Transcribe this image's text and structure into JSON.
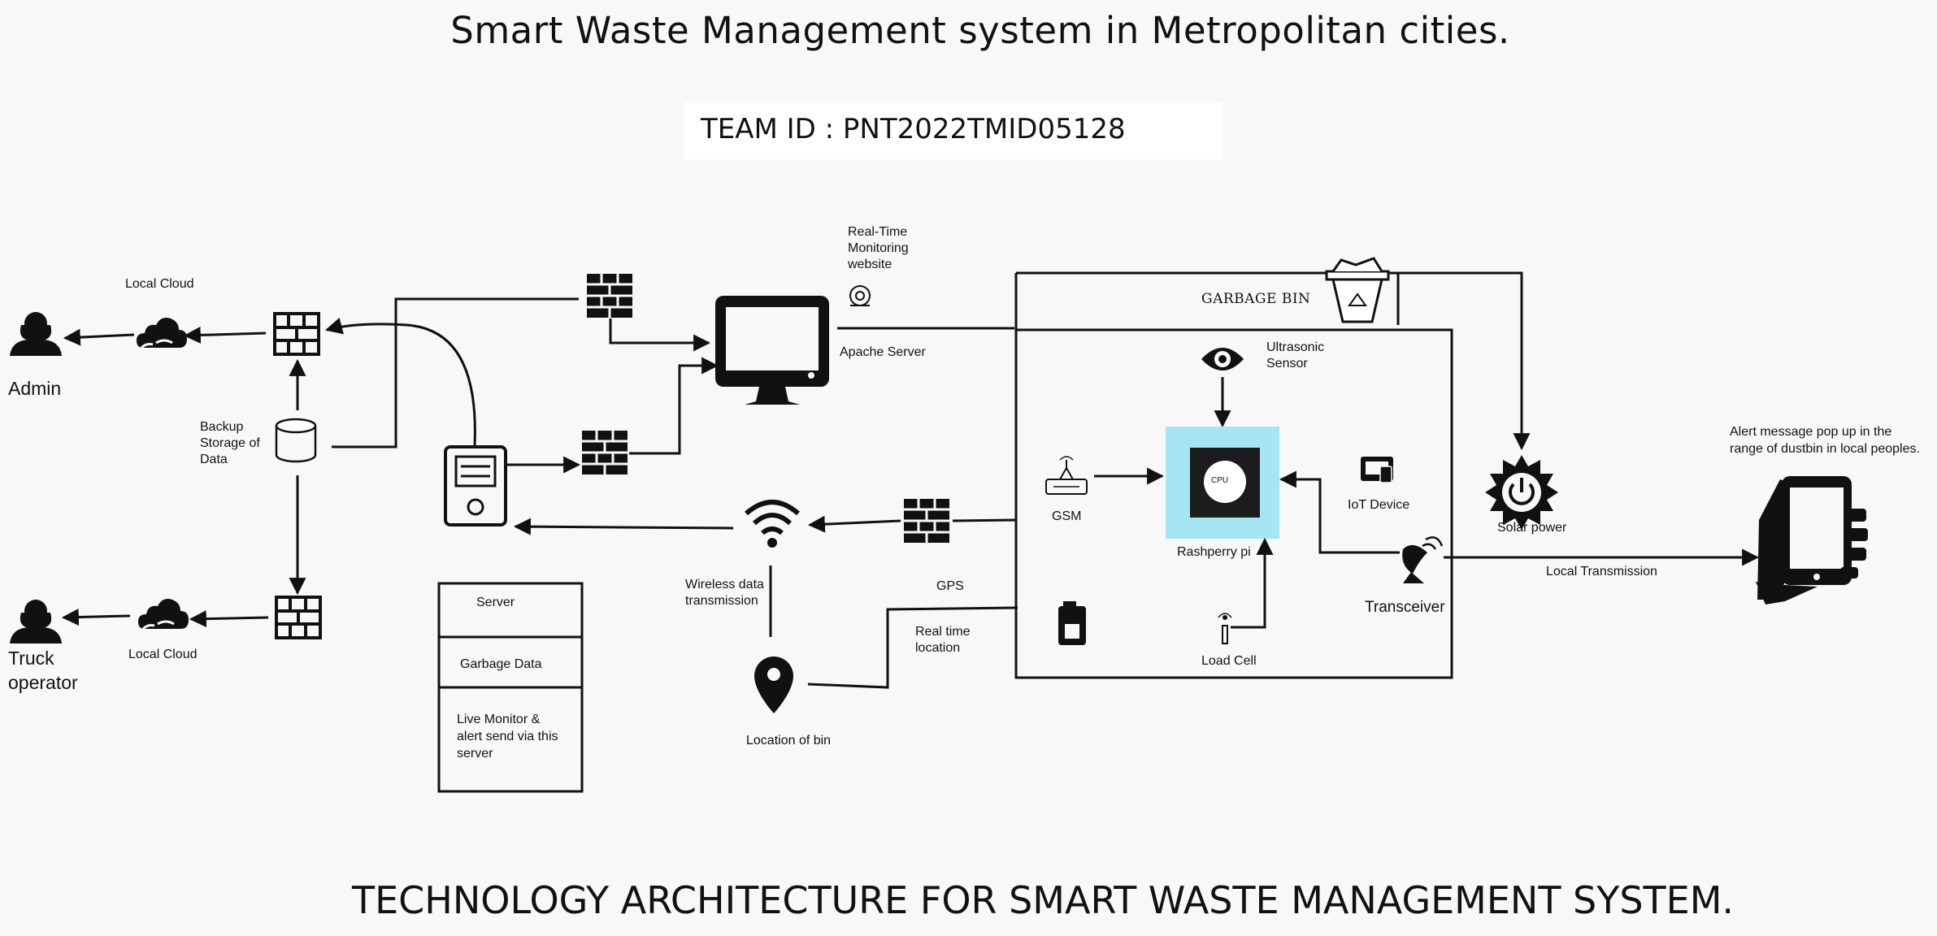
{
  "title": "Smart Waste Management system in Metropolitan cities.",
  "team_id": "TEAM ID : PNT2022TMID05128",
  "footer_title": "TECHNOLOGY ARCHITECTURE FOR SMART WASTE MANAGEMENT SYSTEM.",
  "labels": {
    "local_cloud_top": "Local Cloud",
    "admin": "Admin",
    "backup_storage": "Backup\nStorage of\nData",
    "truck_operator": "Truck\noperator",
    "local_cloud_bottom": "Local Cloud",
    "realtime_website": "Real-Time\nMonitoring\nwebsite",
    "apache_server": "Apache Server",
    "garbage_bin": "GARBAGE BIN",
    "ultrasonic_sensor": "Ultrasonic\nSensor",
    "gsm": "GSM",
    "cpu": "CPU",
    "raspberry_pi": "Rashperry pi",
    "iot_device": "IoT Device",
    "transceiver": "Transceiver",
    "load_cell": "Load Cell",
    "solar_power": "Solar power",
    "local_transmission": "Local Transmission",
    "alert_message": "Alert message pop up in the\nrange of dustbin in local peoples.",
    "wireless_data": "Wireless data\ntransmission",
    "gps": "GPS",
    "realtime_location": "Real time\nlocation",
    "location_of_bin": "Location of bin"
  },
  "server_table": {
    "rows": [
      "Server",
      "Garbage Data",
      "Live Monitor &\nalert send via this\nserver"
    ]
  },
  "colors": {
    "background": "#f8f8f8",
    "raspberry_highlight": "#a6e6f3",
    "line": "#111111"
  },
  "icons": [
    "user-icon",
    "cloud-icon",
    "firewall-icon",
    "database-icon",
    "monitor-icon",
    "server-tower-icon",
    "wifi-icon",
    "location-pin-icon",
    "eye-icon",
    "router-icon",
    "cpu-icon",
    "iot-device-icon",
    "satellite-dish-icon",
    "antenna-icon",
    "battery-icon",
    "solar-power-icon",
    "hand-phone-icon",
    "recycle-bin-icon",
    "webcam-icon"
  ]
}
